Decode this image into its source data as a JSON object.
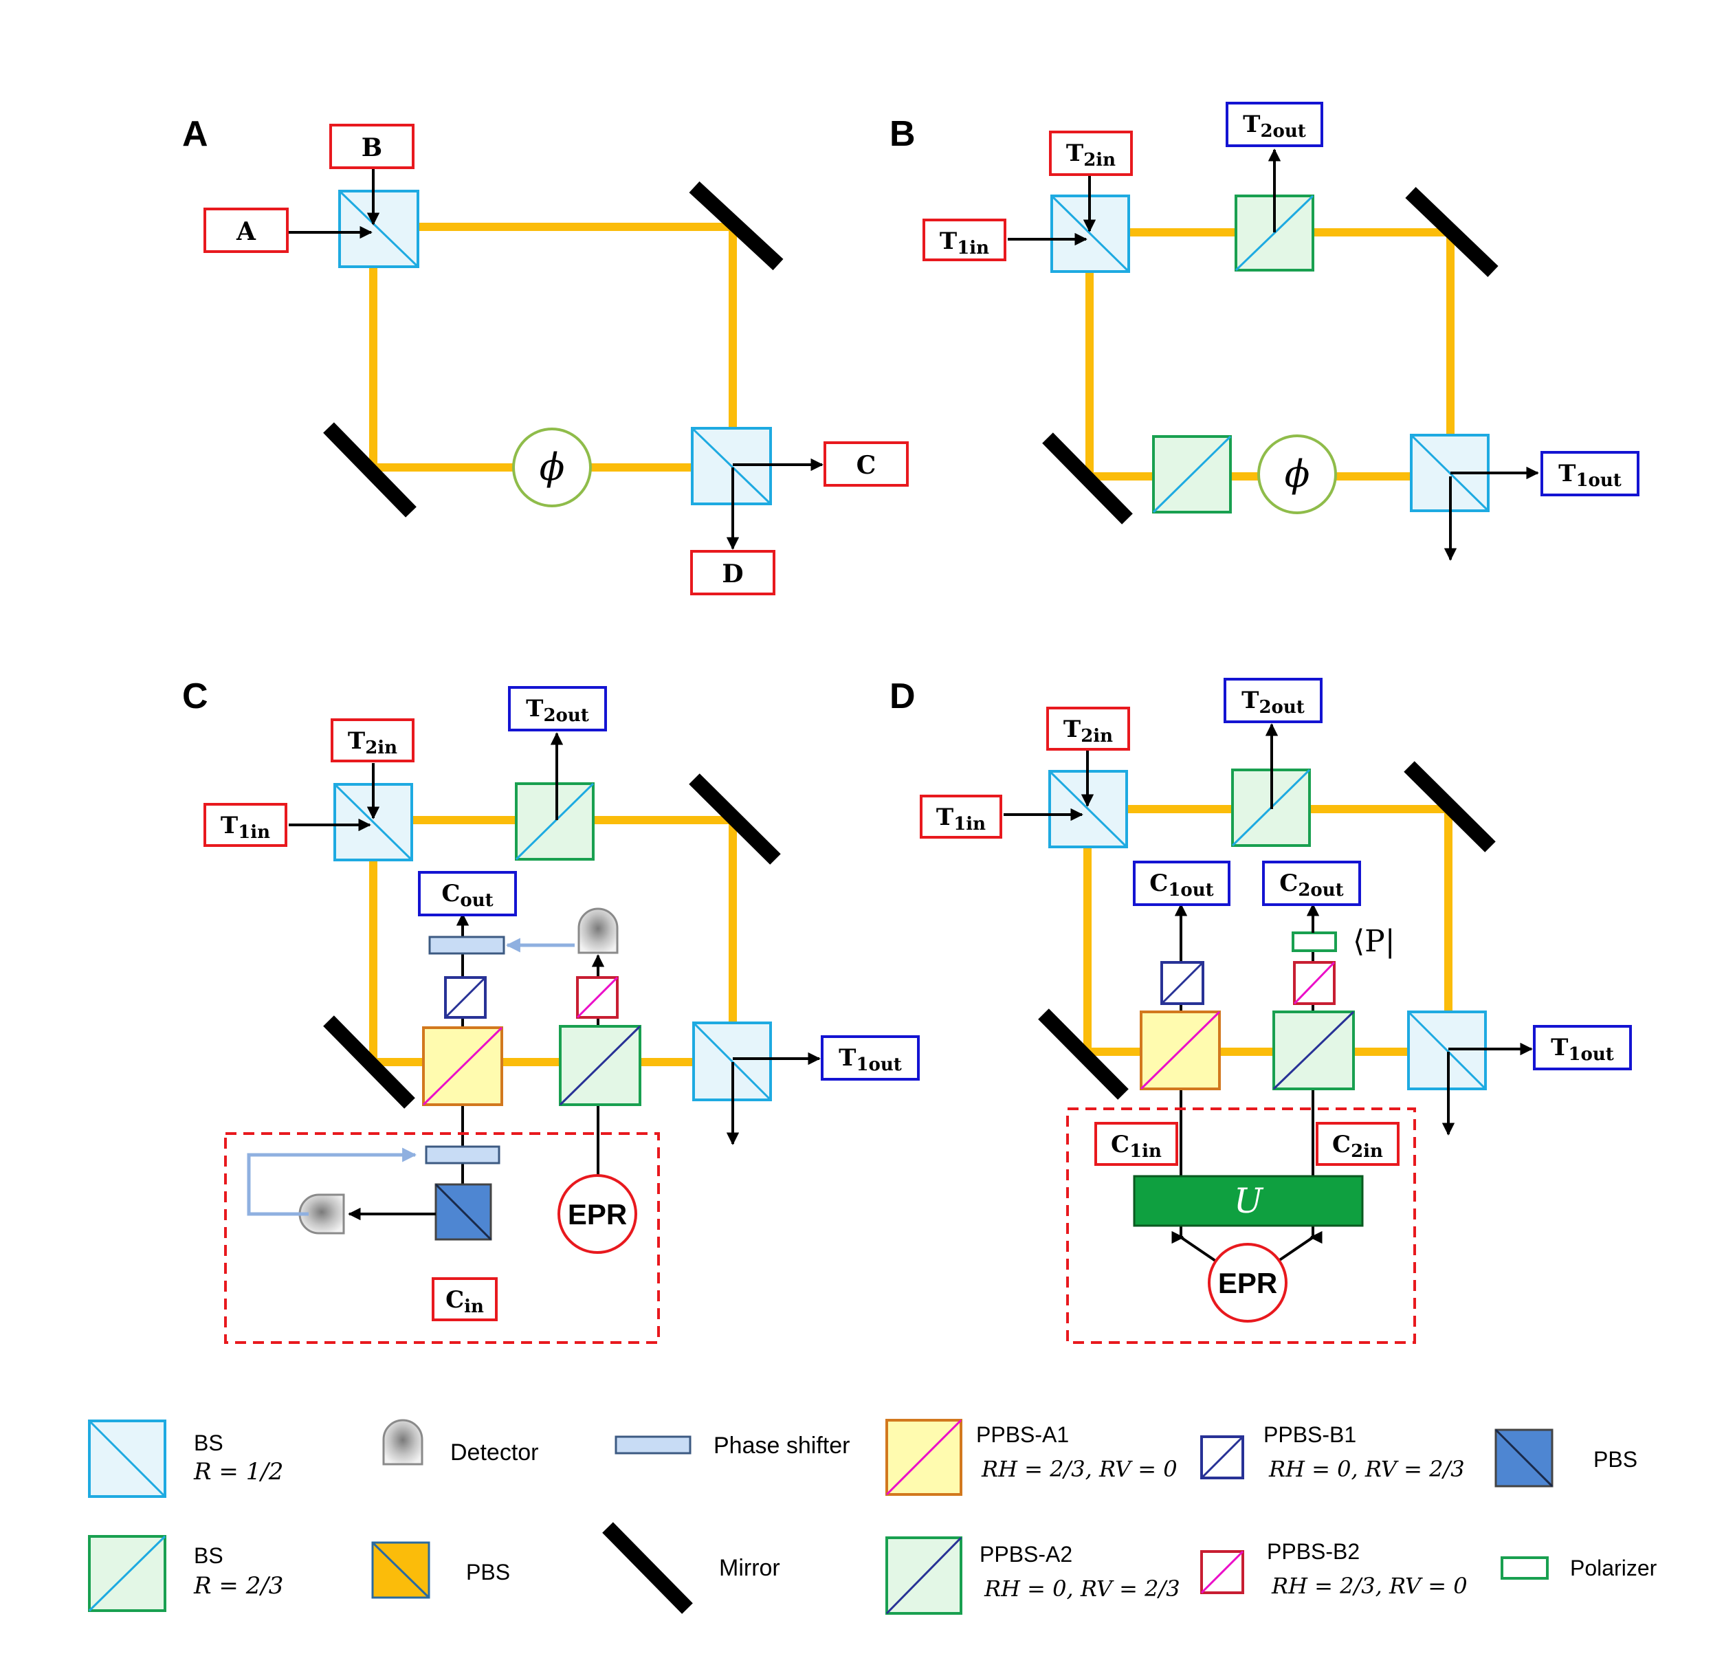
{
  "panels": {
    "A": "A",
    "B": "B",
    "C": "C",
    "D": "D"
  },
  "labels": {
    "a_in": "A",
    "b_in": "B",
    "c_out": "C",
    "d_out": "D",
    "T": "T",
    "C": "C",
    "s_1in": "1in",
    "s_2in": "2in",
    "s_1out": "1out",
    "s_2out": "2out",
    "s_in": "in",
    "s_out": "out",
    "phi": "ϕ",
    "epr": "EPR",
    "u": "U",
    "p_bra": "⟨P|"
  },
  "legend": {
    "bs_half": "BS",
    "bs_half_r": "R = 1/2",
    "bs_23": "BS",
    "bs_23_r": "R = 2/3",
    "detector": "Detector",
    "pbs_yellow": "PBS",
    "phase_shifter": "Phase shifter",
    "mirror": "Mirror",
    "ppbs_a1": "PPBS-A1",
    "ppbs_a1_r": "RH = 2/3, RV = 0",
    "ppbs_a2": "PPBS-A2",
    "ppbs_a2_r": "RH = 0, RV = 2/3",
    "ppbs_b1": "PPBS-B1",
    "ppbs_b1_r": "RH = 0, RV = 2/3",
    "ppbs_b2": "PPBS-B2",
    "ppbs_b2_r": "RH = 2/3, RV = 0",
    "pbs_blue": "PBS",
    "polarizer": "Polarizer"
  },
  "colors": {
    "beam": "#FBBC0A",
    "red": "#E8191E",
    "blue": "#1414D2",
    "bs_edge": "#1EAAE1",
    "bs_fill": "#E6F5FB",
    "green": "#19A050",
    "green_fill": "#E3F7E6",
    "orange": "#D2781E",
    "yellow_fill": "#FFFBAF",
    "magenta": "#EB0FC8",
    "navy": "#283296",
    "pbs_blue": "#4E86D2",
    "light_blue": "#8FB0E0",
    "u_green": "#0FA040"
  }
}
